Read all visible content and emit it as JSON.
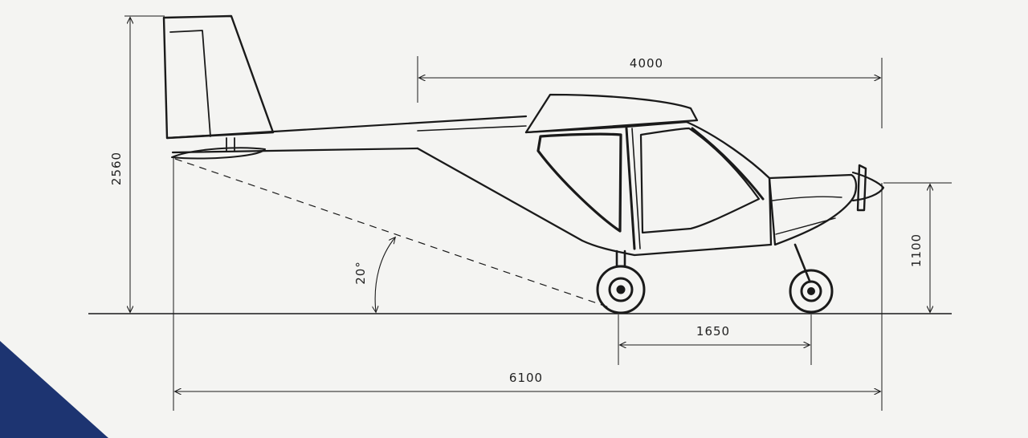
{
  "dimensions": {
    "overall_length": "6100",
    "wing_to_prop_length": "4000",
    "overall_height": "2560",
    "prop_height": "1100",
    "wheel_track": "1650",
    "tail_angle": "20°"
  },
  "colors": {
    "paper": "#f4f4f2",
    "ink": "#1a1a1a",
    "corner_accent": "#1d3471"
  }
}
